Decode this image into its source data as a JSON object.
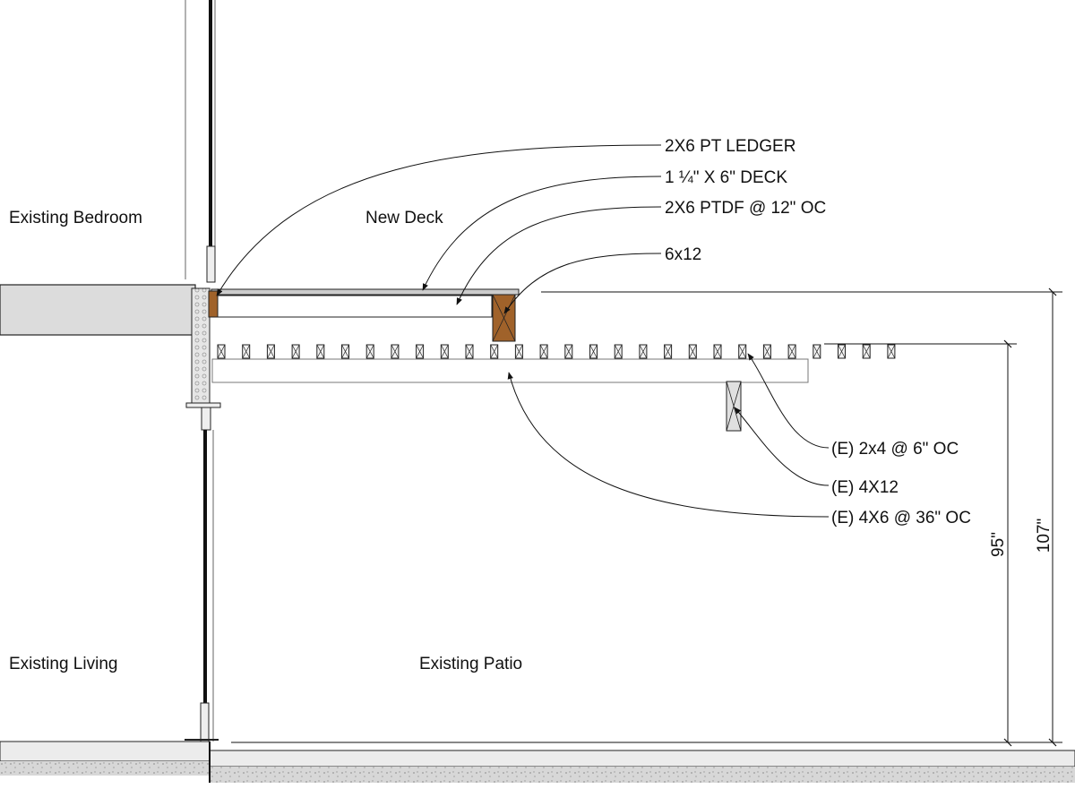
{
  "rooms": {
    "existing_bedroom": "Existing Bedroom",
    "new_deck": "New Deck",
    "existing_living": "Existing Living",
    "existing_patio": "Existing Patio"
  },
  "callouts": {
    "ledger": "2X6 PT LEDGER",
    "deck": "1 ¼\" X 6\" DECK",
    "joists": "2X6 PTDF @ 12\" OC",
    "beam": "6x12",
    "existing_rafters": "(E) 2x4 @ 6\" OC",
    "existing_beam": "(E) 4X12",
    "existing_joists": "(E) 4X6 @ 36\" OC"
  },
  "dimensions": {
    "new_deck_height": "107\"",
    "existing_height": "95\""
  },
  "colors": {
    "wood": "#a0622a",
    "line": "#111111",
    "wall_fill": "#dcdcdc",
    "concrete": "#cfcfcf"
  },
  "existing_rafter_count": 28
}
